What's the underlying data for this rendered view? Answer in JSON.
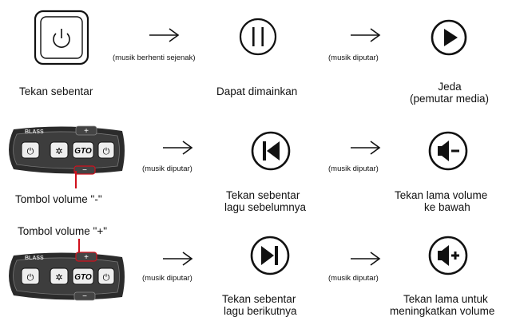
{
  "row1": {
    "power_caption": "Tekan sebentar",
    "note_1": "(musik berhenti sejenak)",
    "pause_caption": "Dapat dimainkan",
    "note_2": "(musik diputar)",
    "play_caption_line1": "Jeda",
    "play_caption_line2": "(pemutar media)"
  },
  "row2": {
    "device_caption": "Tombol volume \"-\"",
    "note_1": "(musik diputar)",
    "prev_caption_line1": "Tekan sebentar",
    "prev_caption_line2": "lagu sebelumnya",
    "note_2": "(musik diputar)",
    "voldown_caption_line1": "Tekan lama volume",
    "voldown_caption_line2": "ke bawah"
  },
  "row3": {
    "device_caption": "Tombol volume \"+\"",
    "note_1": "(musik diputar)",
    "next_caption_line1": "Tekan sebentar",
    "next_caption_line2": "lagu berikutnya",
    "note_2": "(musik diputar)",
    "volup_caption_line1": "Tekan lama untuk",
    "volup_caption_line2": "meningkatkan volume"
  },
  "device": {
    "brand": "BLASS",
    "model": "GTO",
    "plus": "+",
    "minus": "−"
  },
  "colors": {
    "ink": "#111111",
    "device_body": "#2b2b2b",
    "highlight": "#d0101c"
  },
  "icons": [
    "power-icon",
    "pause-icon",
    "play-icon",
    "previous-track-icon",
    "volume-down-icon",
    "next-track-icon",
    "volume-up-icon",
    "arrow-right-icon"
  ]
}
